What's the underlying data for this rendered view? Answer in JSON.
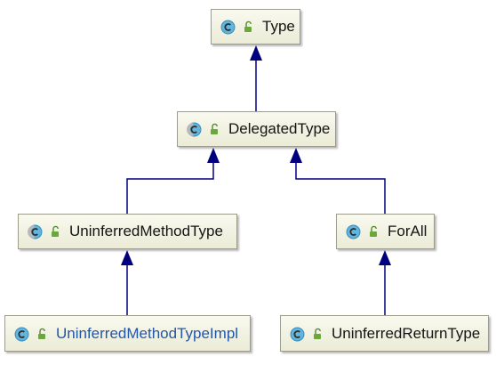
{
  "nodes": {
    "type": {
      "label": "Type",
      "class_icon": "class-icon",
      "visibility_icon": "public-lock-icon"
    },
    "delegated": {
      "label": "DelegatedType",
      "class_icon": "abstract-class-icon",
      "visibility_icon": "public-lock-icon"
    },
    "umt": {
      "label": "UninferredMethodType",
      "class_icon": "abstract-class-icon",
      "visibility_icon": "public-lock-icon"
    },
    "forall": {
      "label": "ForAll",
      "class_icon": "class-icon",
      "visibility_icon": "public-lock-icon"
    },
    "umti": {
      "label": "UninferredMethodTypeImpl",
      "class_icon": "class-icon",
      "visibility_icon": "public-lock-icon"
    },
    "urt": {
      "label": "UninferredReturnType",
      "class_icon": "class-icon",
      "visibility_icon": "public-lock-icon"
    }
  },
  "colors": {
    "edge": "#00007f",
    "node_fill": "#f2f2e3",
    "node_border": "#9c9c8a",
    "label": "#141414",
    "label_highlight": "#2456a6",
    "class_icon": "#62b5dc",
    "lock_icon": "#6aa83a"
  }
}
